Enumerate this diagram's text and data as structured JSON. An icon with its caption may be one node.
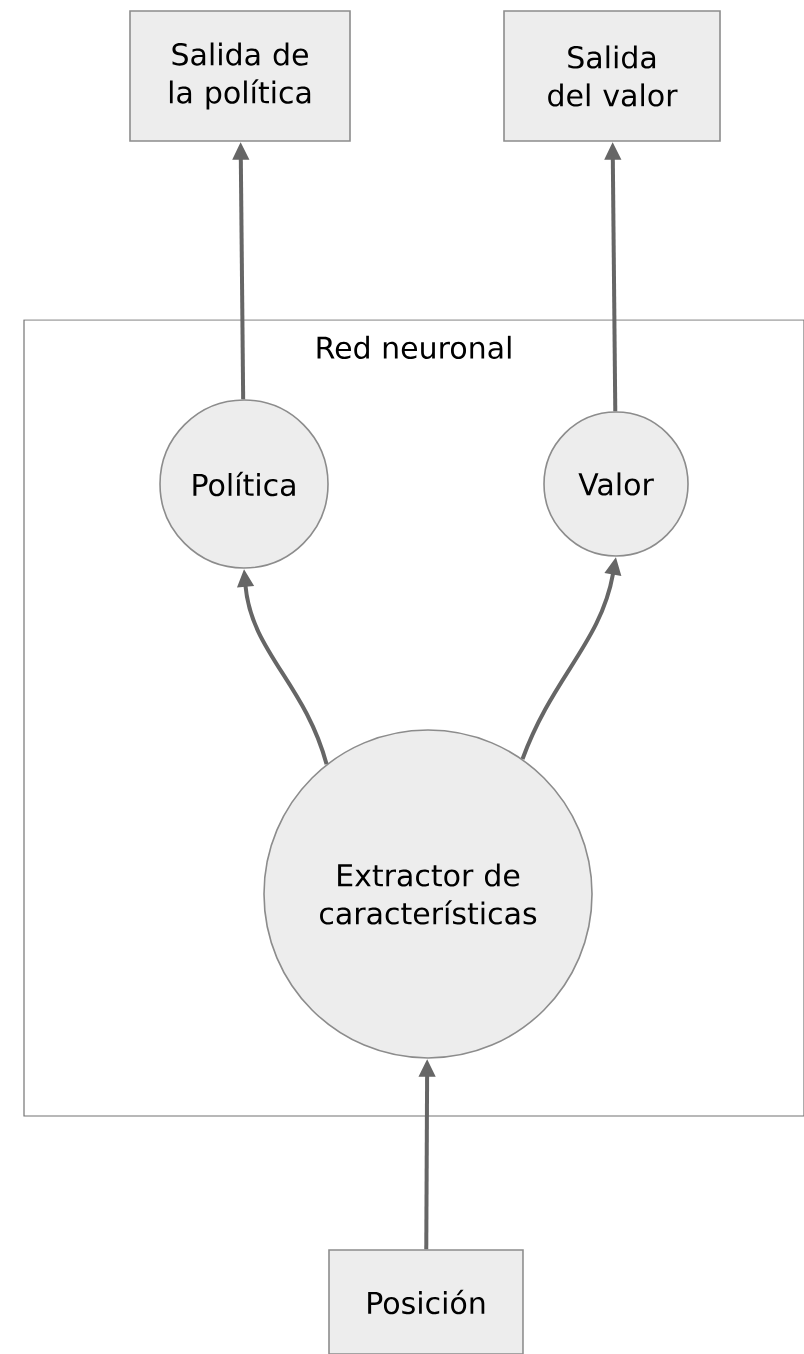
{
  "diagram": {
    "nodes": [
      {
        "text": [
          "Salida de la política"
        ]
      },
      {
        "text": [
          "Salida del valor"
        ]
      },
      {
        "text": [
          "Red neuronal"
        ]
      },
      {
        "text": [
          "Política"
        ],
        "in": 2
      },
      {
        "text": [
          "Valor"
        ],
        "in": 2
      },
      {
        "text": [
          "Extractor de características"
        ],
        "in": 2
      },
      {
        "text": [
          "Posición"
        ]
      }
    ],
    "edges": [
      {
        "from": 6,
        "to": 5,
        "arrow": "to"
      },
      {
        "from": 5,
        "to": 3,
        "arrow": "to"
      },
      {
        "from": 5,
        "to": 4,
        "arrow": "to"
      },
      {
        "from": 3,
        "to": 0,
        "arrow": "to"
      },
      {
        "from": 4,
        "to": 1,
        "arrow": "to"
      }
    ]
  }
}
